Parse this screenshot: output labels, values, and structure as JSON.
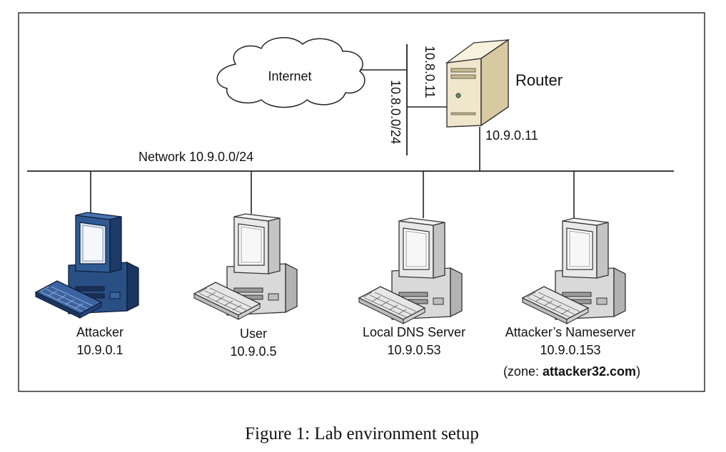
{
  "caption": "Figure 1: Lab environment setup",
  "internet": {
    "label": "Internet"
  },
  "router": {
    "label": "Router",
    "external_ip": "10.8.0.11",
    "external_network": "10.8.0.0/24",
    "internal_ip": "10.9.0.11"
  },
  "network": {
    "label": "Network 10.9.0.0/24"
  },
  "hosts": [
    {
      "name": "Attacker",
      "ip": "10.9.0.1",
      "color": "#1f3f6e"
    },
    {
      "name": "User",
      "ip": "10.9.0.5",
      "color": "#e6e6e6"
    },
    {
      "name": "Local DNS Server",
      "ip": "10.9.0.53",
      "color": "#e6e6e6"
    },
    {
      "name": "Attacker’s Nameserver",
      "ip": "10.9.0.153",
      "color": "#e6e6e6"
    }
  ],
  "zone": {
    "prefix": "(zone: ",
    "domain": "attacker32.com",
    "suffix": ")"
  }
}
